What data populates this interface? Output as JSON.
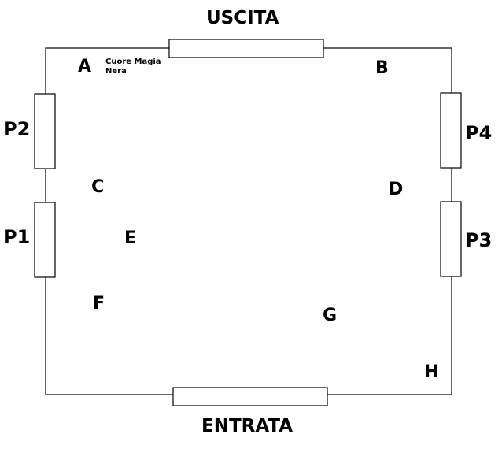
{
  "labels": {
    "exit": "USCITA",
    "entrance": "ENTRATA",
    "doors": {
      "p1": "P1",
      "p2": "P2",
      "p3": "P3",
      "p4": "P4"
    },
    "points": {
      "a": "A",
      "b": "B",
      "c": "C",
      "d": "D",
      "e": "E",
      "f": "F",
      "g": "G",
      "h": "H"
    },
    "note_line1": "Cuore Magia",
    "note_line2": "Nera"
  },
  "colors": {
    "stroke": "#000000",
    "fill": "#ffffff"
  }
}
